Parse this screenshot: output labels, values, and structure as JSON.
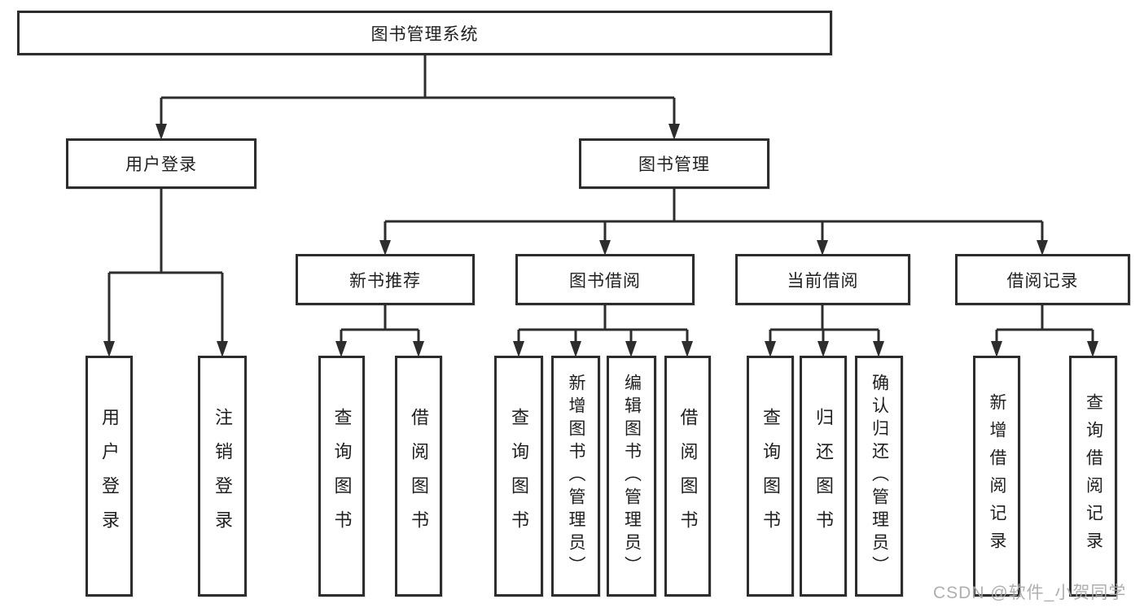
{
  "diagram_title": "图书管理系统",
  "tree": {
    "root": {
      "label": "图书管理系统"
    },
    "branches": [
      {
        "label": "用户登录",
        "children": [
          {
            "label": "用户登录"
          },
          {
            "label": "注销登录"
          }
        ]
      },
      {
        "label": "图书管理",
        "children": [
          {
            "label": "新书推荐",
            "children": [
              {
                "label": "查询图书"
              },
              {
                "label": "借阅图书"
              }
            ]
          },
          {
            "label": "图书借阅",
            "children": [
              {
                "label": "查询图书"
              },
              {
                "label": "新增图书（管理员）"
              },
              {
                "label": "编辑图书（管理员）"
              },
              {
                "label": "借阅图书"
              }
            ]
          },
          {
            "label": "当前借阅",
            "children": [
              {
                "label": "查询图书"
              },
              {
                "label": "归还图书"
              },
              {
                "label": "确认归还（管理员）"
              }
            ]
          },
          {
            "label": "借阅记录",
            "children": [
              {
                "label": "新增借阅记录"
              },
              {
                "label": "查询借阅记录"
              }
            ]
          }
        ]
      }
    ]
  },
  "watermark": "CSDN @软件_小贺同学",
  "colors": {
    "line": "#2d2d2d",
    "box_border": "#2d2d2d",
    "text": "#1f1f1f",
    "watermark": "#a8a8a8",
    "background": "#ffffff"
  }
}
